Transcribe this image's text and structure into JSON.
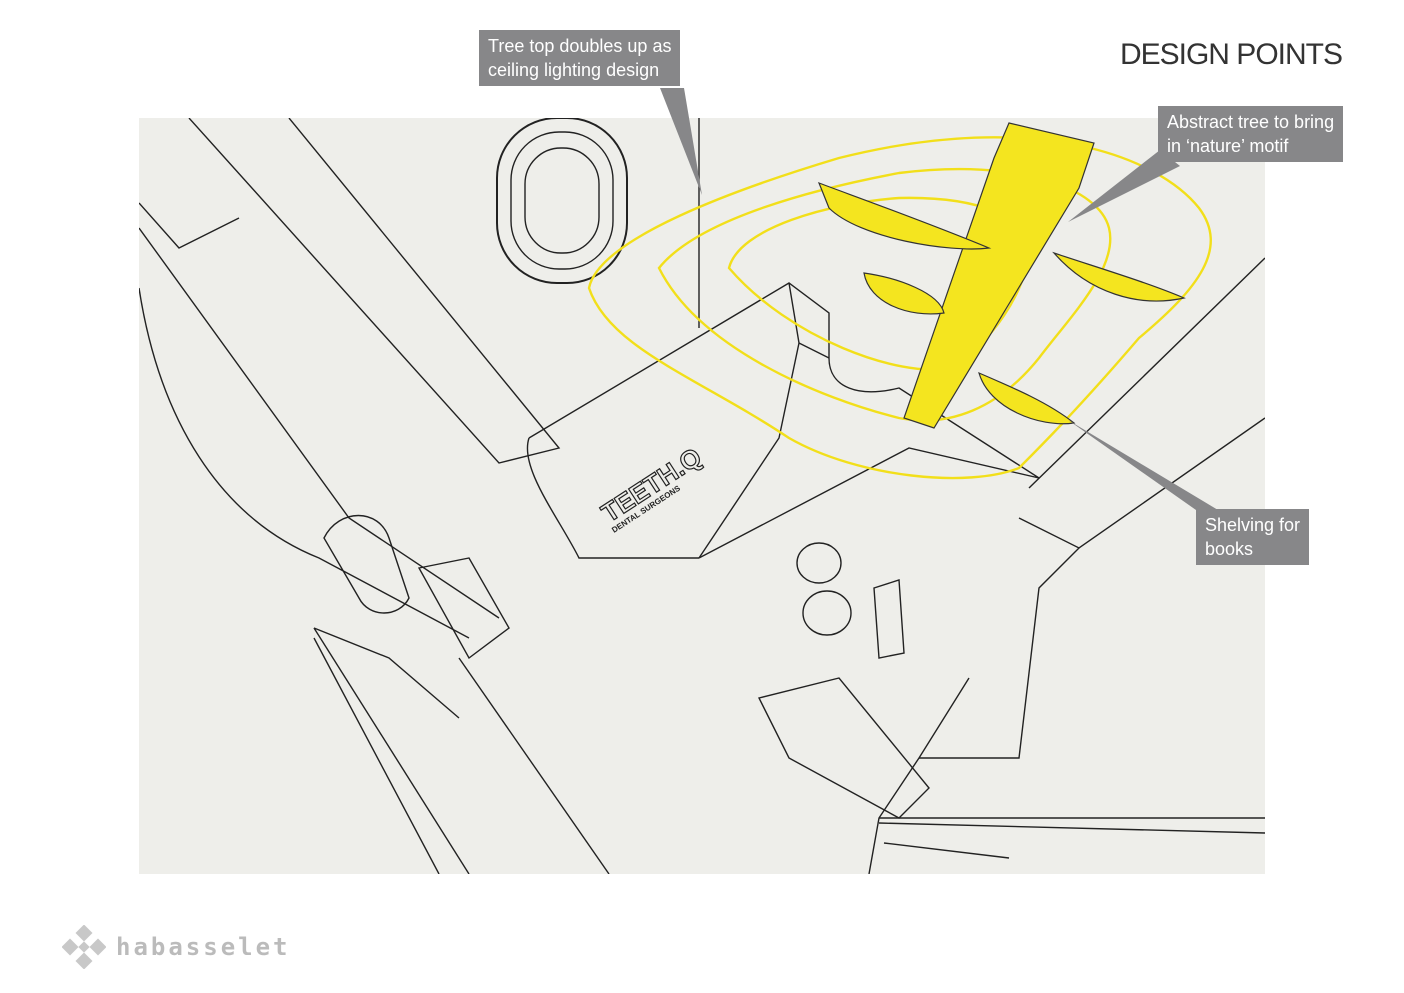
{
  "page": {
    "title": "DESIGN POINTS"
  },
  "callouts": [
    {
      "text": "Tree top doubles up as\nceiling lighting design"
    },
    {
      "text": "Abstract tree to bring\nin ‘nature’ motif"
    },
    {
      "text": "Shelving for\nbooks"
    }
  ],
  "sketch": {
    "signage_name": "TEETH.Q",
    "signage_sub": "DENTAL SURGEONS"
  },
  "logo": {
    "text": "habasselet"
  },
  "colors": {
    "accent": "#f5e61e",
    "callout_bg": "#878789",
    "sketch_bg": "#eeeeea"
  }
}
